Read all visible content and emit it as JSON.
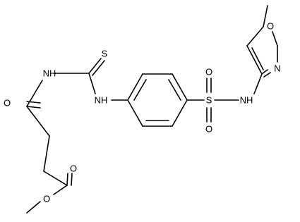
{
  "molecule": {
    "atoms": {
      "o_methoxy": "O",
      "o_ester_carbonyl": "O",
      "o_amide": "O",
      "n_amide": "NH",
      "s_thione": "S",
      "n_thiourea": "NH",
      "s_sulfonyl": "S",
      "o_sulfonyl_top": "O",
      "o_sulfonyl_bottom": "O",
      "n_sulfonamide": "NH",
      "o_isoxazole": "O",
      "n_isoxazole": "N"
    }
  }
}
